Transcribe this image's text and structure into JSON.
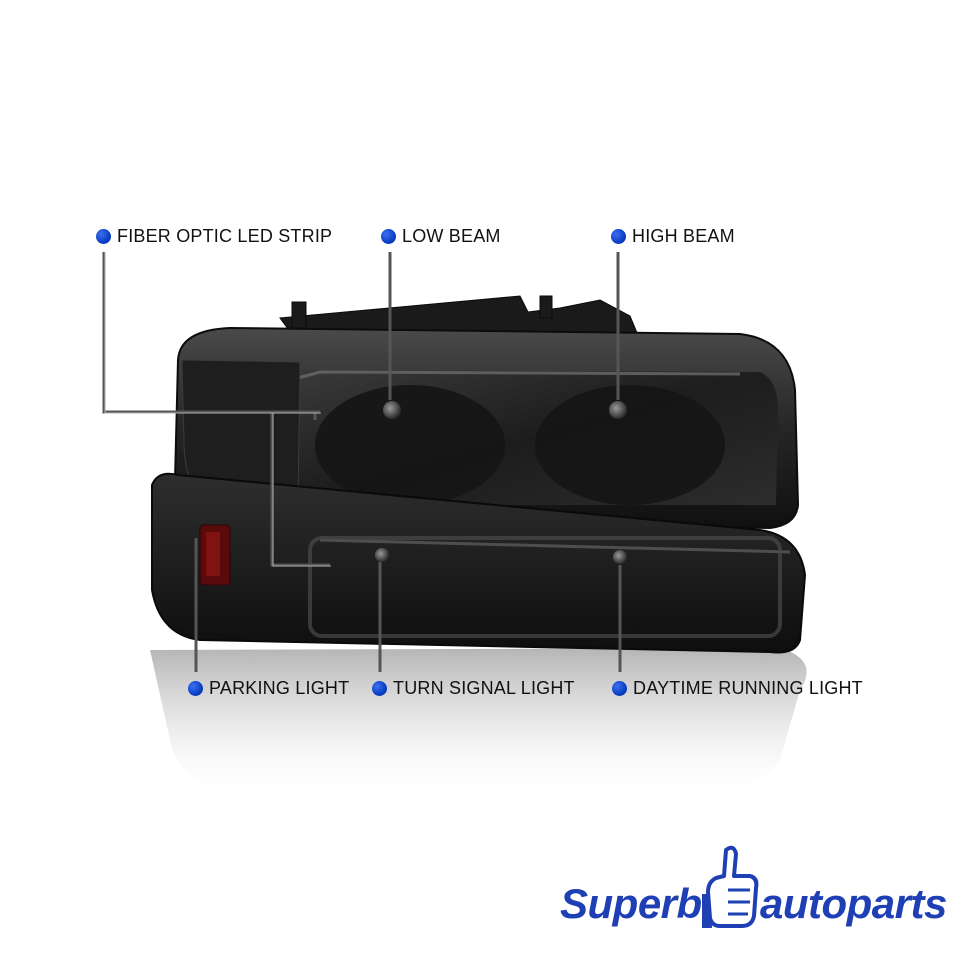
{
  "callouts": {
    "fiber_optic": {
      "label": "FIBER OPTIC LED STRIP"
    },
    "low_beam": {
      "label": "LOW BEAM"
    },
    "high_beam": {
      "label": "HIGH BEAM"
    },
    "parking": {
      "label": "PARKING LIGHT"
    },
    "turn_signal": {
      "label": "TURN SIGNAL LIGHT"
    },
    "drl": {
      "label": "DAYTIME RUNNING LIGHT"
    }
  },
  "logo": {
    "word1": "Superb",
    "word2": "autoparts",
    "color1": "#1f3fb5",
    "color2": "#1f3fb5"
  },
  "colors": {
    "dot": "#0b3fc4",
    "leader_line": "#555555",
    "housing": "#2a2a2a"
  }
}
